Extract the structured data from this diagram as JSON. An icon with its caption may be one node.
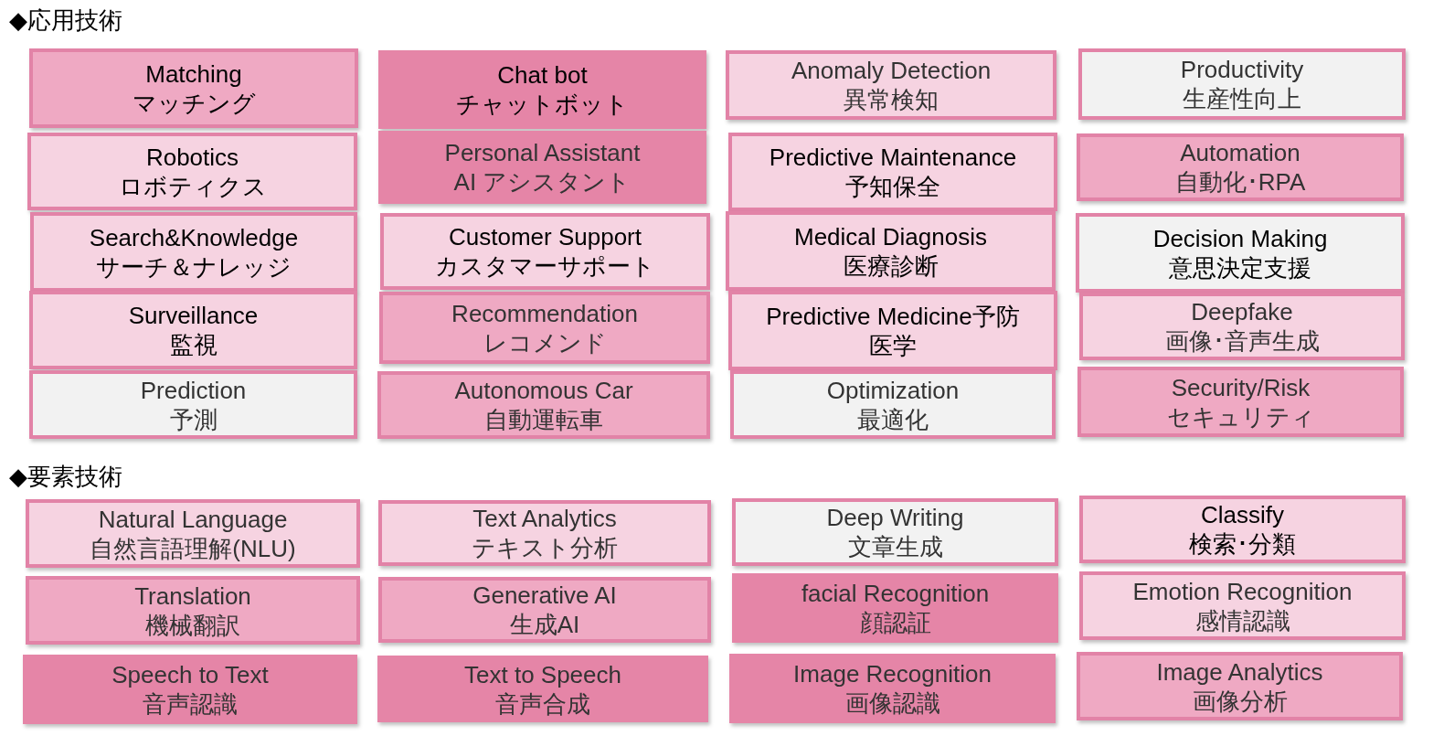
{
  "diagram": {
    "nodes": [
      {
        "text": [
          "Matching",
          "マッチング"
        ]
      },
      {
        "text": [
          "Chat bot",
          "チャットボット"
        ]
      },
      {
        "text": [
          "Anomaly Detection",
          "異常検知"
        ]
      },
      {
        "text": [
          "Productivity",
          "生産性向上"
        ]
      },
      {
        "text": [
          "Robotics",
          "ロボティクス"
        ]
      },
      {
        "text": [
          "Personal Assistant",
          "AI アシスタント"
        ]
      },
      {
        "text": [
          "Predictive Maintenance",
          "予知保全"
        ]
      },
      {
        "text": [
          "Automation",
          "自動化･RPA"
        ]
      },
      {
        "text": [
          "Search&Knowledge",
          "サーチ＆ナレッジ"
        ]
      },
      {
        "text": [
          "Customer Support",
          "カスタマーサポート"
        ]
      },
      {
        "text": [
          "Medical Diagnosis",
          "医療診断"
        ]
      },
      {
        "text": [
          "Decision Making",
          "意思決定支援"
        ]
      },
      {
        "text": [
          "Surveillance",
          "監視"
        ]
      },
      {
        "text": [
          "Recommendation",
          "レコメンド"
        ]
      },
      {
        "text": [
          "Predictive Medicine予防医学"
        ]
      },
      {
        "text": [
          "Deepfake",
          "画像･音声生成"
        ]
      },
      {
        "text": [
          "Prediction",
          "予測"
        ]
      },
      {
        "text": [
          "Autonomous Car",
          "自動運転車"
        ]
      },
      {
        "text": [
          "Optimization",
          "最適化"
        ]
      },
      {
        "text": [
          "Security/Risk",
          "セキュリティ"
        ]
      },
      {
        "text": [
          "Natural Language",
          "自然言語理解(NLU)"
        ]
      },
      {
        "text": [
          "Text Analytics",
          "テキスト分析"
        ]
      },
      {
        "text": [
          "Deep Writing",
          "文章生成"
        ]
      },
      {
        "text": [
          "Classify",
          "検索･分類"
        ]
      },
      {
        "text": [
          "Translation",
          "機械翻訳"
        ]
      },
      {
        "text": [
          "Generative AI",
          "生成AI"
        ]
      },
      {
        "text": [
          "facial Recognition",
          "顔認証"
        ]
      },
      {
        "text": [
          "Emotion Recognition",
          "感情認識"
        ]
      },
      {
        "text": [
          "Speech to Text",
          "音声認識"
        ]
      },
      {
        "text": [
          "Text to Speech",
          "音声合成"
        ]
      },
      {
        "text": [
          "Image Recognition",
          "画像認識"
        ]
      },
      {
        "text": [
          "Image Analytics",
          "画像分析"
        ]
      }
    ],
    "labels": [
      "◆応用技術",
      "◆要素技術"
    ]
  }
}
